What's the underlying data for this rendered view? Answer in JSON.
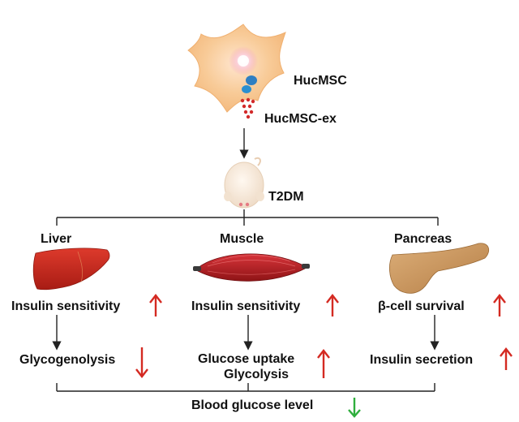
{
  "top": {
    "cell_label": "HucMSC",
    "exosome_label": "HucMSC-ex",
    "model_label": "T2DM"
  },
  "organs": {
    "liver": {
      "name": "Liver",
      "effect1": "Insulin sensitivity",
      "effect1_trend": "up",
      "effect2": "Glycogenolysis",
      "effect2_trend": "down"
    },
    "muscle": {
      "name": "Muscle",
      "effect1": "Insulin sensitivity",
      "effect1_trend": "up",
      "effect2_line1": "Glucose uptake",
      "effect2_line2": "Glycolysis",
      "effect2_trend": "up"
    },
    "pancreas": {
      "name": "Pancreas",
      "effect1": "β-cell survival",
      "effect1_trend": "up",
      "effect2": "Insulin secretion",
      "effect2_trend": "up"
    }
  },
  "outcome": {
    "label": "Blood glucose level",
    "trend": "down"
  },
  "colors": {
    "up_arrow": "#d42a22",
    "down_arrow_red": "#d42a22",
    "down_arrow_green": "#2fae3d",
    "line": "#222222",
    "cell_body": "#f6c28c",
    "liver": "#c8281e",
    "muscle": "#b81e22",
    "pancreas": "#c9955c"
  }
}
